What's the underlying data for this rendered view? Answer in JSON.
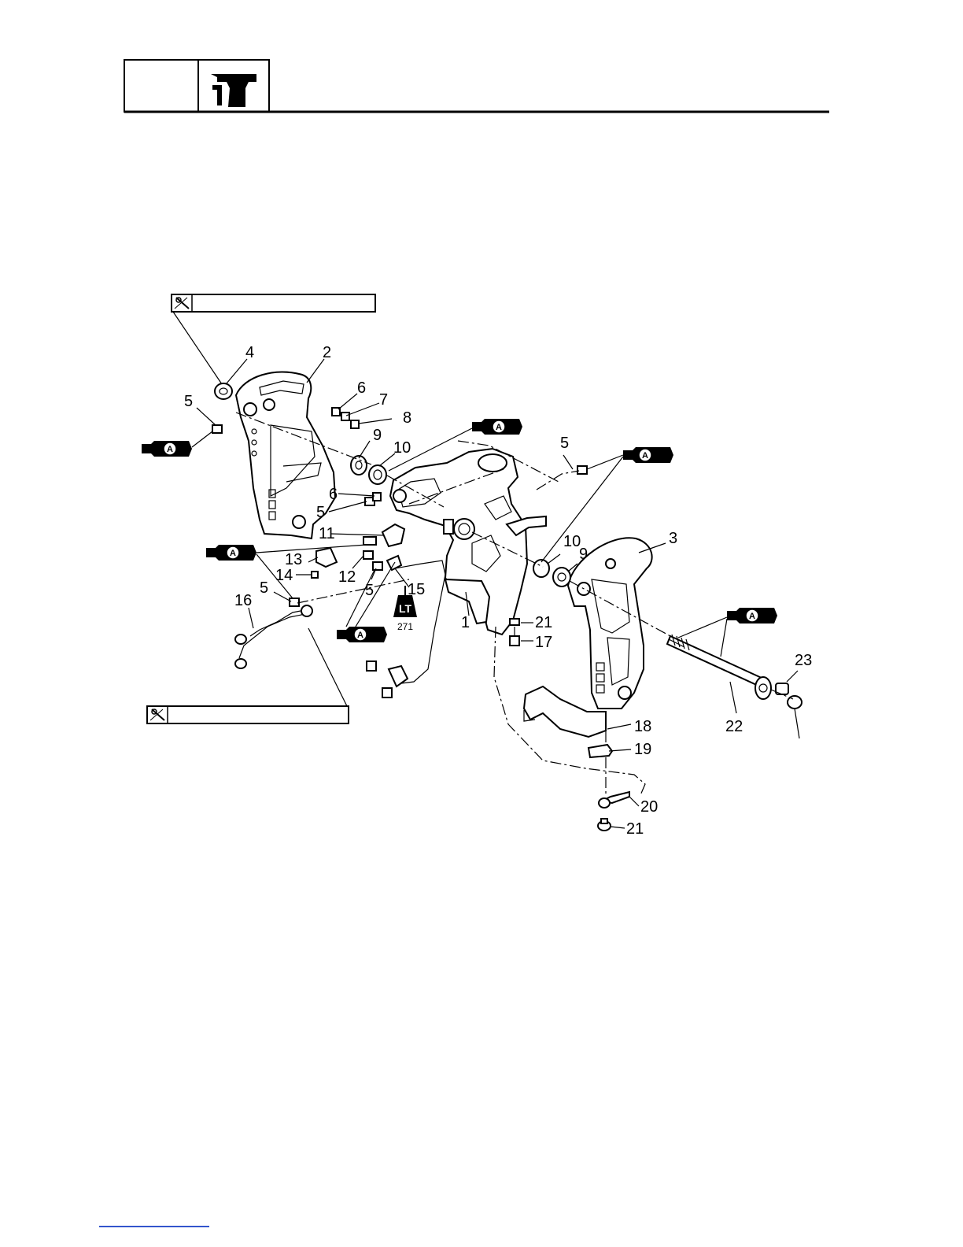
{
  "callouts": [
    {
      "id": "c1",
      "text": "1"
    },
    {
      "id": "c2",
      "text": "2"
    },
    {
      "id": "c3",
      "text": "3"
    },
    {
      "id": "c4",
      "text": "4"
    },
    {
      "id": "c5a",
      "text": "5"
    },
    {
      "id": "c5b",
      "text": "5"
    },
    {
      "id": "c5c",
      "text": "5"
    },
    {
      "id": "c5d",
      "text": "5"
    },
    {
      "id": "c5e",
      "text": "5"
    },
    {
      "id": "c6a",
      "text": "6"
    },
    {
      "id": "c6b",
      "text": "6"
    },
    {
      "id": "c7",
      "text": "7"
    },
    {
      "id": "c8",
      "text": "8"
    },
    {
      "id": "c9a",
      "text": "9"
    },
    {
      "id": "c9b",
      "text": "9"
    },
    {
      "id": "c10a",
      "text": "10"
    },
    {
      "id": "c10b",
      "text": "10"
    },
    {
      "id": "c11",
      "text": "11"
    },
    {
      "id": "c12",
      "text": "12"
    },
    {
      "id": "c13",
      "text": "13"
    },
    {
      "id": "c14",
      "text": "14"
    },
    {
      "id": "c15",
      "text": "15"
    },
    {
      "id": "c16",
      "text": "16"
    },
    {
      "id": "c17",
      "text": "17"
    },
    {
      "id": "c18",
      "text": "18"
    },
    {
      "id": "c19",
      "text": "19"
    },
    {
      "id": "c20",
      "text": "20"
    },
    {
      "id": "c21a",
      "text": "21"
    },
    {
      "id": "c21b",
      "text": "21"
    },
    {
      "id": "c22",
      "text": "22"
    },
    {
      "id": "c23",
      "text": "23"
    }
  ],
  "symbols": {
    "grease_letter": "A",
    "locktite_mark": "LT",
    "locktite_number": "271"
  },
  "icons": {
    "header": "bracket-section-icon",
    "torque": "torque-wrench-icon",
    "grease": "grease-gun-icon",
    "locktite": "locktite-icon"
  }
}
